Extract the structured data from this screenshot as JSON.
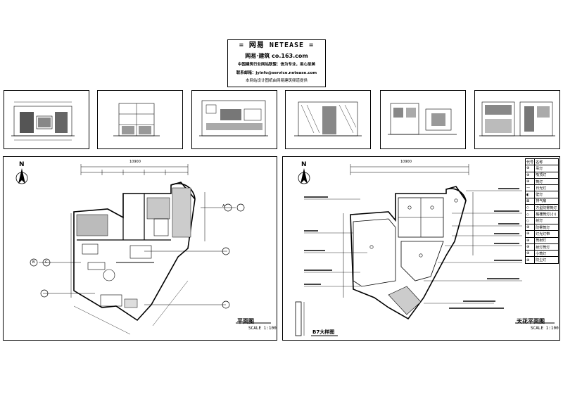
{
  "title_block": {
    "line1": "= 网易  NETEASE =",
    "line2": "网易·建筑   co.163.com",
    "line3": "中国建筑行业网站联盟：信为专业，用心至美",
    "line4": "联系邮箱：jyinfo@service.netease.com",
    "line5": "本网站设计图纸由网易建筑频道提供"
  },
  "plans": {
    "floor_plan_title": "平面图",
    "floor_plan_scale": "SCALE 1:100",
    "ceiling_plan_title": "天花平面图",
    "ceiling_plan_scale": "SCALE 1:100",
    "detail_title": "B7大样图",
    "north_left": "N",
    "north_right": "N",
    "overall_dim_left": "10900",
    "overall_dim_right": "10900",
    "markers": [
      "A",
      "B",
      "C"
    ]
  },
  "legend": {
    "header": [
      "代号",
      "名称"
    ],
    "rows": [
      [
        "⊕",
        "吊灯"
      ],
      [
        "⊕",
        "吸顶灯"
      ],
      [
        "⊕",
        "筒灯"
      ],
      [
        "—",
        "日光灯"
      ],
      [
        "◐",
        "壁灯"
      ],
      [
        "⊠",
        "排气扇"
      ],
      [
        "◇",
        "方型防雾筒灯"
      ],
      [
        "◇",
        "格栅筒灯(小)"
      ],
      [
        "◇",
        "射灯"
      ],
      [
        "⊕",
        "防雾筒灯"
      ],
      [
        "⊕",
        "灯光灯带"
      ],
      [
        "⊕",
        "筒射灯"
      ],
      [
        "⊕",
        "射灯筒灯"
      ],
      [
        "⊕",
        "小筒灯"
      ],
      [
        "⊕",
        "防尘灯"
      ]
    ]
  }
}
